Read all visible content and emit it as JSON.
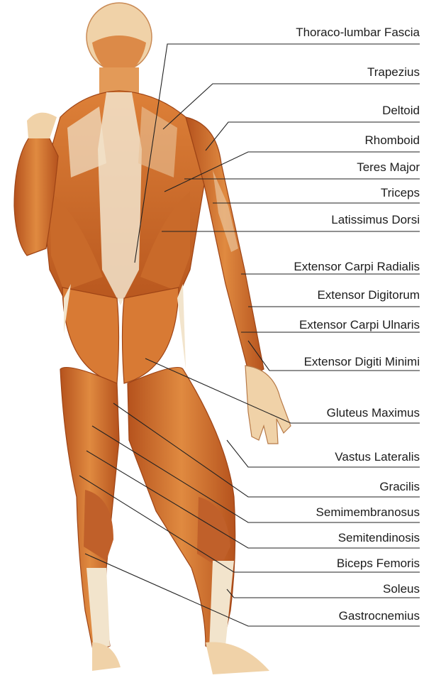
{
  "diagram": {
    "labels": [
      "Thoraco-lumbar Fascia",
      "Trapezius",
      "Deltoid",
      "Rhomboid",
      "Teres Major",
      "Triceps",
      "Latissimus Dorsi",
      "Extensor Carpi Radialis",
      "Extensor Digitorum",
      "Extensor Carpi Ulnaris",
      "Extensor Digiti Minimi",
      "Gluteus Maximus",
      "Vastus Lateralis",
      "Gracilis",
      "Semimembranosus",
      "Semitendinosis",
      "Biceps Femoris",
      "Soleus",
      "Gastrocnemius"
    ],
    "colors": {
      "muscle": "#d9772e",
      "muscle_dark": "#a8461a",
      "muscle_light": "#ec9a52",
      "tendon": "#f2e4cc",
      "leader_line": "#222222",
      "label_text": "#1c1c1c"
    }
  }
}
